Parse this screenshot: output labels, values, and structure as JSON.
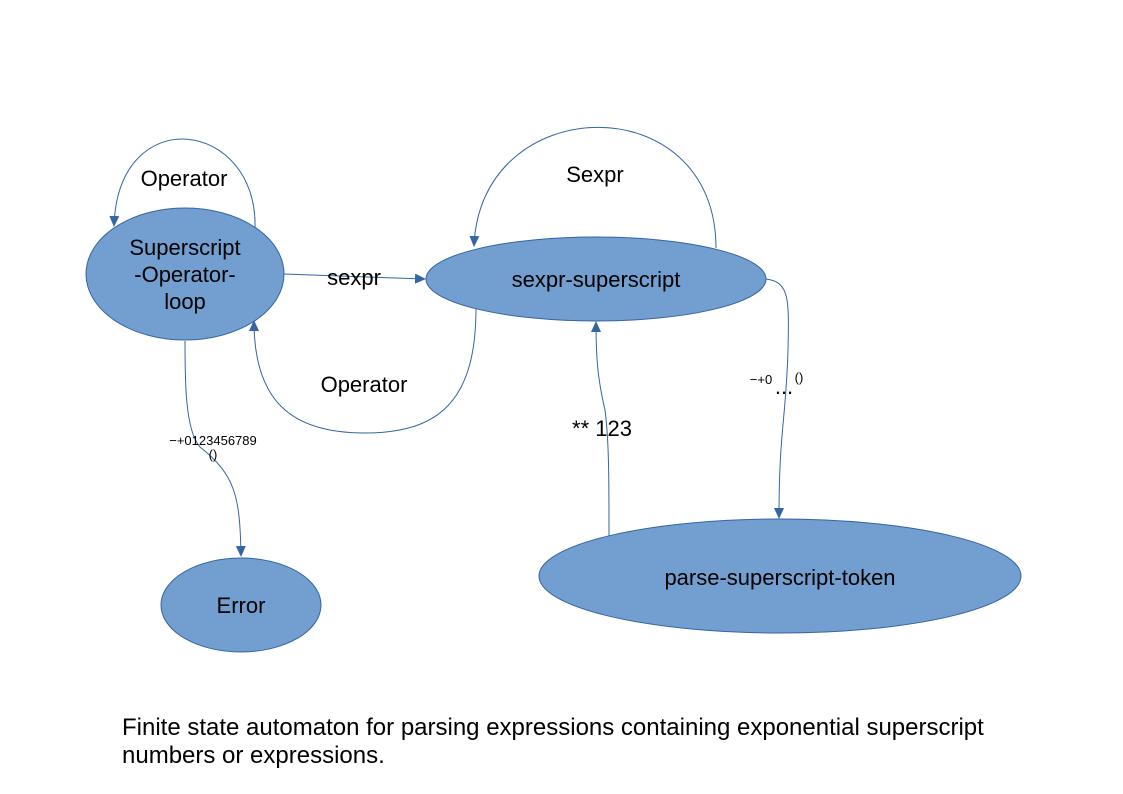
{
  "nodes": {
    "superscript_operator_loop": {
      "label_lines": [
        "Superscript",
        "-Operator-",
        "loop"
      ]
    },
    "sexpr_superscript": {
      "label": "sexpr-superscript"
    },
    "parse_superscript_token": {
      "label": "parse-superscript-token"
    },
    "error": {
      "label": "Error"
    }
  },
  "edges": {
    "loop_self": {
      "label": "Operator"
    },
    "loop_to_sexpr": {
      "label": "sexpr"
    },
    "sexpr_self": {
      "label": "Sexpr"
    },
    "sexpr_to_loop": {
      "label": "Operator"
    },
    "sexpr_to_token": {
      "label_small": "−+0",
      "label_paren": "()",
      "label_dots": "..."
    },
    "token_to_sexpr": {
      "label": "** 123"
    },
    "loop_to_error": {
      "label_line1": "−+0123456789",
      "label_line2": "()"
    }
  },
  "caption": {
    "line1": "Finite state automaton for parsing expressions containing exponential superscript",
    "line2": "numbers or expressions."
  },
  "colors": {
    "node_fill": "#729fcf",
    "stroke": "#3465a4"
  }
}
